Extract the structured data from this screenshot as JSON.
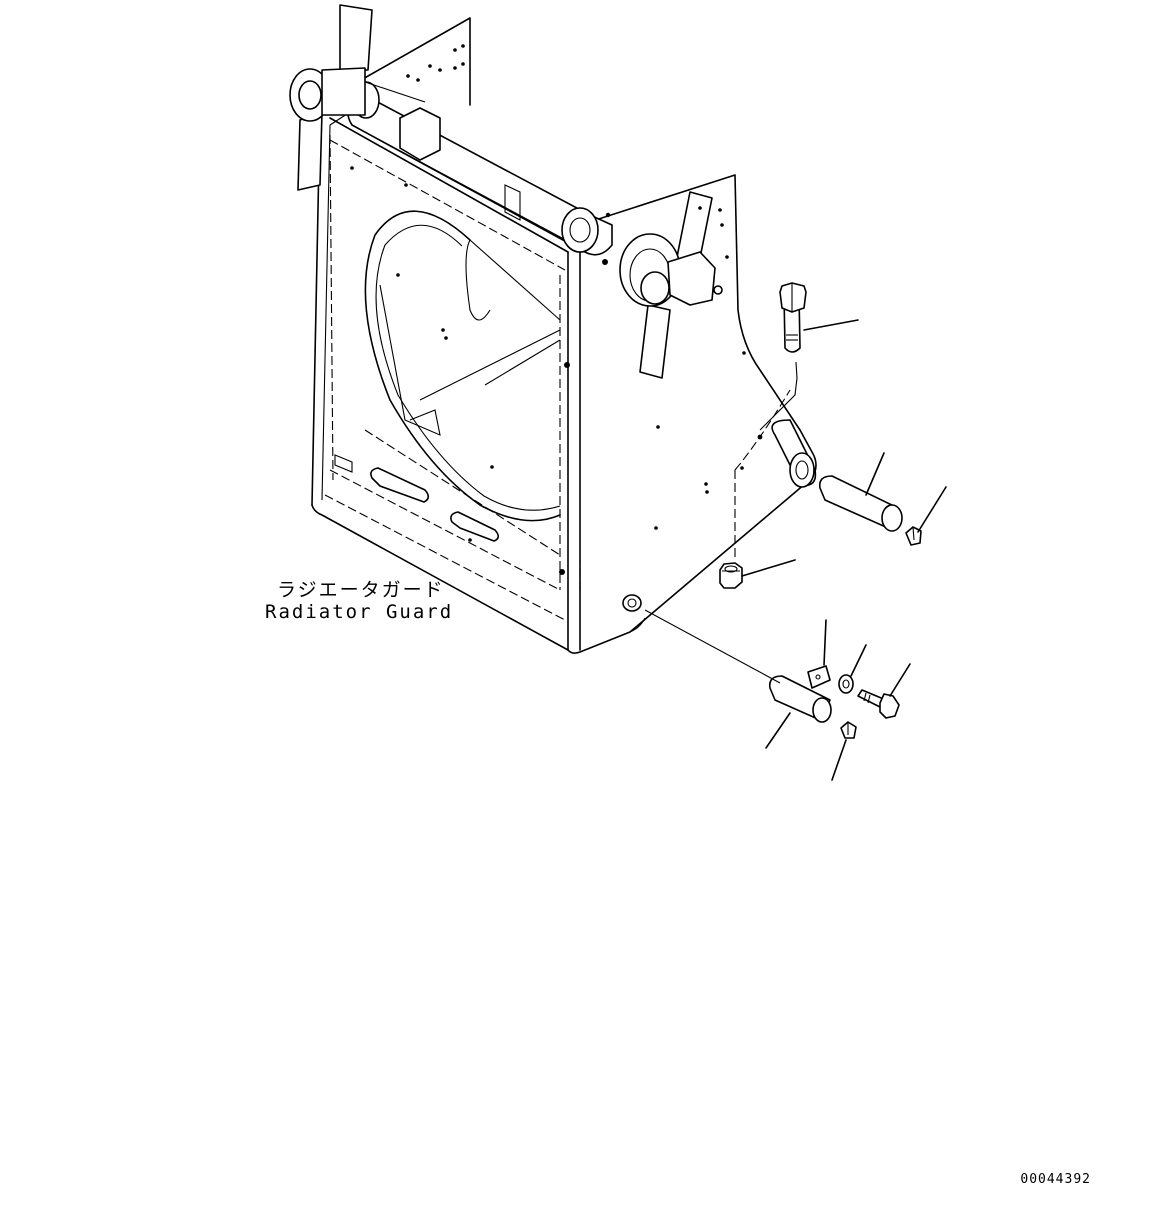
{
  "diagram": {
    "label_japanese": "ラジエータガード",
    "label_english": "Radiator Guard",
    "drawing_number": "00044392"
  }
}
